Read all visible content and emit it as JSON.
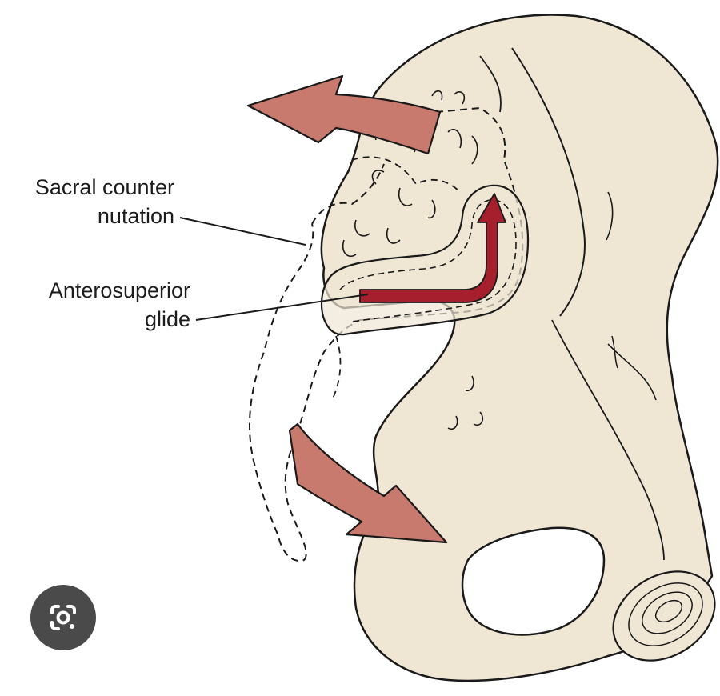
{
  "labels": {
    "sacral_line1": "Sacral counter",
    "sacral_line2": "nutation",
    "antero_line1": "Anterosuperior",
    "antero_line2": "glide"
  },
  "colors": {
    "bone_fill": "#efe6d4",
    "outline": "#1a1a1a",
    "motion_arrow_fill": "#c97a6e",
    "glide_arrow": "#a5202c",
    "lens_button_bg": "#4a4a4a"
  },
  "icons": {
    "lens": "google-lens-icon"
  }
}
